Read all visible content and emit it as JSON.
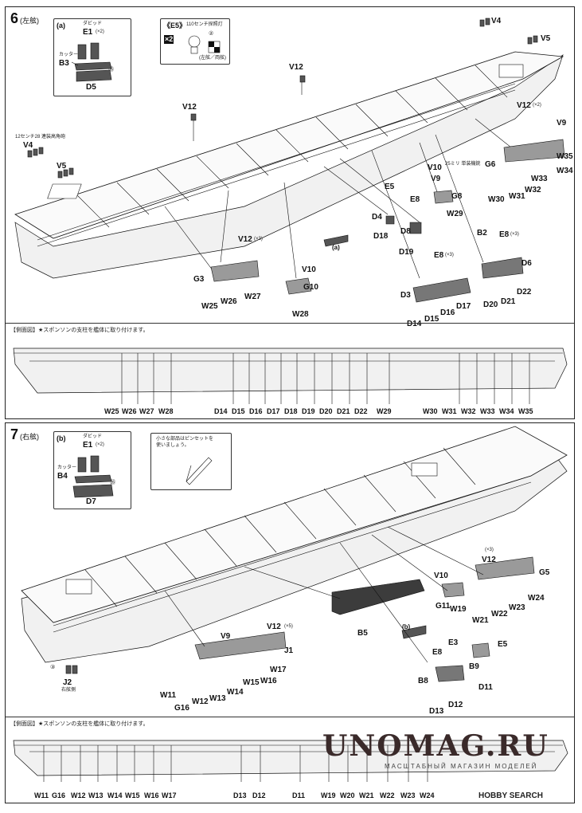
{
  "step6": {
    "number": "6",
    "side": "(左舷)",
    "inset_a": {
      "tag": "(a)",
      "note_davit": "ダビッド",
      "E1": "E1",
      "E1_qty": "(×2)",
      "note_cutter": "カッター",
      "B3": "B3",
      "D5": "D5",
      "num": "㉖"
    },
    "inset_e5": {
      "title": "《E5》",
      "sub": "110センチ探照灯",
      "qty": "×2",
      "num": "②",
      "note": "(左舷／両舷)"
    },
    "gun_note": "12センチ28 連装高角砲",
    "v10_note": "25ミリ 単装機銃",
    "labels": [
      "V4",
      "V5",
      "V12",
      "V12",
      "V12",
      "V12",
      "V4",
      "V5",
      "V9",
      "V10",
      "V10",
      "E5",
      "E8",
      "E8",
      "B2",
      "E8",
      "D4",
      "D8",
      "D18",
      "D19",
      "G6",
      "G8",
      "W29",
      "W30",
      "W31",
      "W32",
      "W33",
      "W34",
      "W35",
      "G3",
      "G10",
      "W25",
      "W26",
      "W27",
      "W28",
      "D3",
      "D6",
      "D14",
      "D15",
      "D16",
      "D17",
      "D20",
      "D21",
      "D22",
      "(a)"
    ],
    "qty_v12": "(×2)",
    "qty_v12b": "(×3)",
    "qty_e8": "(×3)",
    "qty_e8b": "(×3)",
    "side_view_title": "【側面図】★スポンソンの支柱を艦体に取り付けます。",
    "bottom_labels": [
      "W25",
      "W26",
      "W27",
      "W28",
      "D14",
      "D15",
      "D16",
      "D17",
      "D18",
      "D19",
      "D20",
      "D21",
      "D22",
      "W29",
      "W30",
      "W31",
      "W32",
      "W33",
      "W34",
      "W35"
    ]
  },
  "step7": {
    "number": "7",
    "side": "(右舷)",
    "inset_b": {
      "tag": "(b)",
      "note_davit": "ダビッド",
      "E1": "E1",
      "E1_qty": "(×2)",
      "note_cutter": "カッター",
      "B4": "B4",
      "D7": "D7",
      "num": "㉖"
    },
    "tweezer_note": [
      "小さな部品はピンセットを",
      "使いましょう。"
    ],
    "j2_note": "J2",
    "j2_sub": "右舷側",
    "side_view_title": "【側面図】★スポンソンの支柱を艦体に取り付けます。",
    "bottom_labels": [
      "W11",
      "G16",
      "W12",
      "W13",
      "W14",
      "W15",
      "W16",
      "W17",
      "D13",
      "D12",
      "D11",
      "W19",
      "W20",
      "W21",
      "W22",
      "W23",
      "W24"
    ]
  },
  "watermark": {
    "main": "UNOMAG.RU",
    "sub": "МАСШТАБНЫЙ МАГАЗИН МОДЕЛЕЙ"
  },
  "source": {
    "logo": "HOBBY SEARCH"
  }
}
